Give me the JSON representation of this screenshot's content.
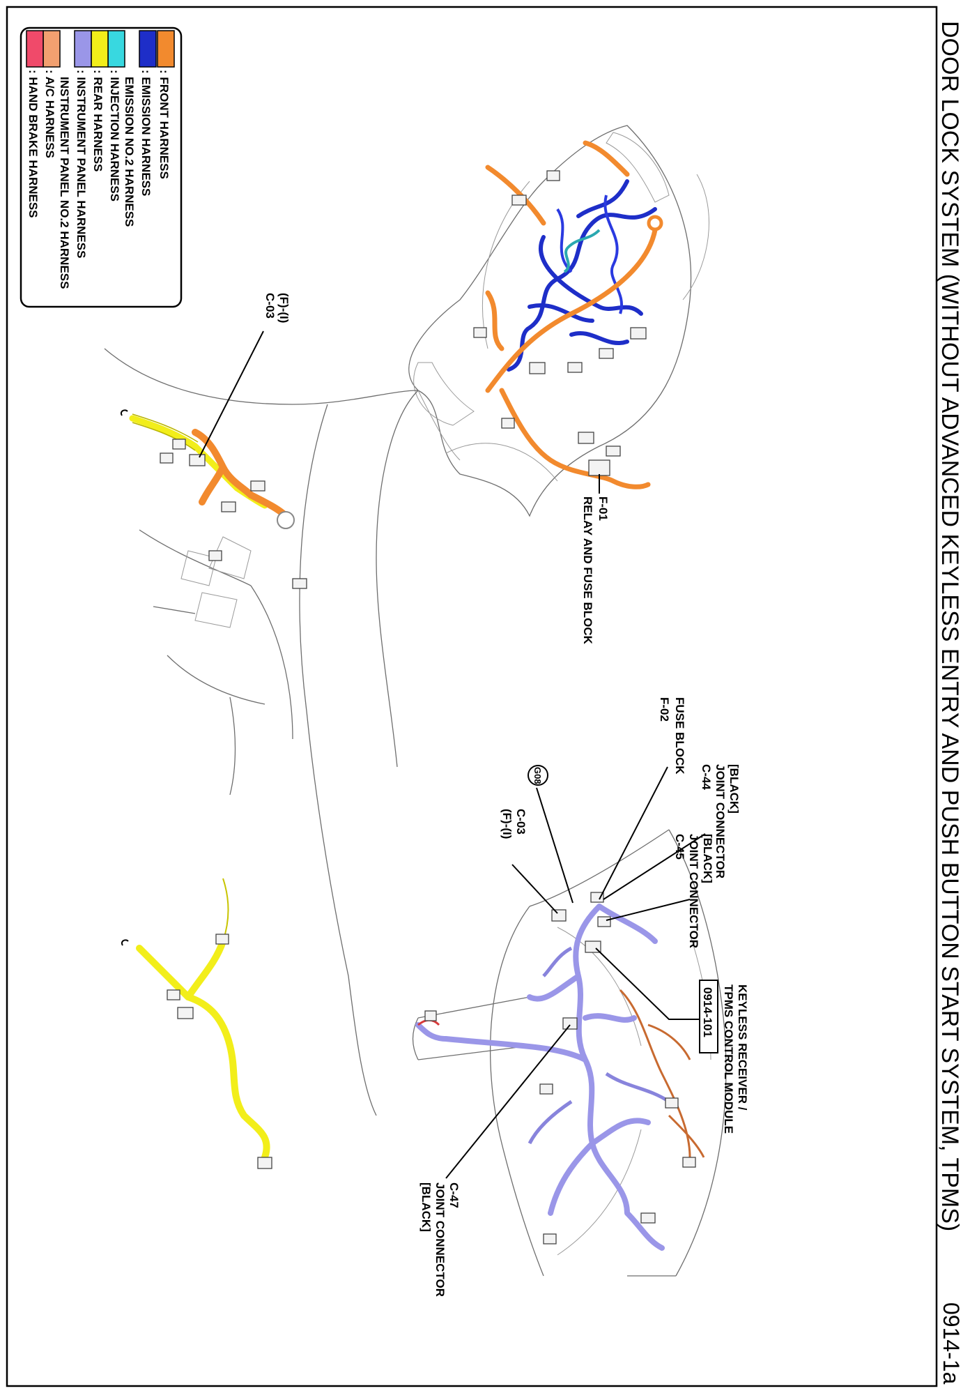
{
  "page": {
    "title": "DOOR LOCK SYSTEM (WITHOUT ADVANCED KEYLESS ENTRY AND PUSH BUTTON START SYSTEM, TPMS)",
    "page_number": "0914-1a"
  },
  "legend": {
    "items": [
      {
        "label": ": FRONT HARNESS",
        "color": "#f28a2e"
      },
      {
        "label": ": EMISSION HARNESS",
        "color": "#1e2ec8"
      },
      {
        "label": "EMISSION NO.2 HARNESS",
        "color": ""
      },
      {
        "label": ": INJECTION HARNESS",
        "color": "#38d8e0"
      },
      {
        "label": ": REAR HARNESS",
        "color": "#f2ee1a"
      },
      {
        "label": ": INSTRUMENT PANEL HARNESS",
        "color": "#9a96e8"
      },
      {
        "label": "INSTRUMENT PANEL NO.2 HARNESS",
        "color": ""
      },
      {
        "label": ": A/C HARNESS",
        "color": "#f2a070"
      },
      {
        "label": ": HAND BRAKE HARNESS",
        "color": "#f04a6a"
      }
    ]
  },
  "callouts": {
    "f01_id": "F-01",
    "f01_name": "RELAY AND FUSE BLOCK",
    "f02_name": "FUSE BLOCK",
    "f02_id": "F-02",
    "c44_color": "[BLACK]",
    "c44_name": "JOINT CONNECTOR",
    "c44_id": "C-44",
    "c45_color": "[BLACK]",
    "c45_name": "JOINT CONNECTOR",
    "c45_id": "C-45",
    "keyless_line1": "KEYLESS RECEIVER /",
    "keyless_line2": "TPMS CONTROL MODULE",
    "keyless_ref": "0914-101",
    "g08": "G08",
    "c03_ip_id": "C-03",
    "c03_ip_code": "(F)-(I)",
    "c47_id": "C-47",
    "c47_name": "JOINT CONNECTOR",
    "c47_color": "[BLACK]",
    "c03_floor_code": "(F)-(I)",
    "c03_floor_id": "C-03"
  }
}
